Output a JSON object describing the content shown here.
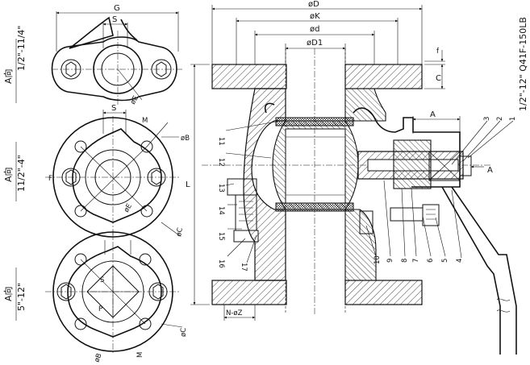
{
  "title_block": {
    "model": "1/2\"-12\" Q41F-150LB"
  },
  "views": [
    {
      "id": "top",
      "range": "1/2\"-11/4\"",
      "view_label": "A向"
    },
    {
      "id": "middle",
      "range": "11/2\"-4\"",
      "view_label": "A向"
    },
    {
      "id": "bottom",
      "range": "5\"-12\"",
      "view_label": "A向"
    }
  ],
  "view_dims": {
    "g": "G",
    "s": "S",
    "e": "øE",
    "m": "M",
    "b": "øB",
    "c": "øC",
    "f": "F",
    "p": "P"
  },
  "section_dims": {
    "od": "øD",
    "ok": "øK",
    "oid": "ød",
    "od1": "øD1",
    "f": "f",
    "c": "C",
    "l": "L",
    "a": "A",
    "nz": "N-øZ",
    "arrow_a": "A"
  },
  "callouts": [
    "1",
    "2",
    "3",
    "4",
    "5",
    "6",
    "7",
    "8",
    "9",
    "10",
    "11",
    "12",
    "13",
    "14",
    "15",
    "16",
    "17"
  ]
}
